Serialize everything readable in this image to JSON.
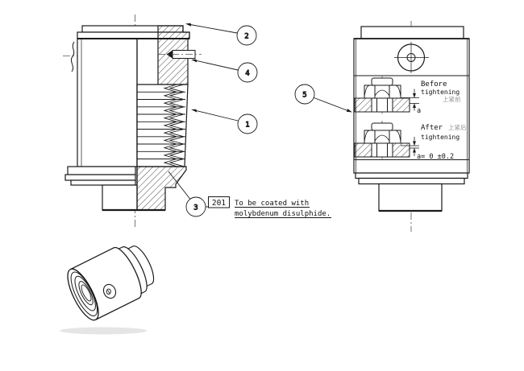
{
  "drawing": {
    "title_hint": "engineering-drawing",
    "colors": {
      "background": "#ffffff",
      "line": "#1a1a1a",
      "centerline": "#555555",
      "zh_text": "#999999"
    },
    "callouts": [
      {
        "id": "1"
      },
      {
        "id": "2"
      },
      {
        "id": "3"
      },
      {
        "id": "4"
      },
      {
        "id": "5"
      }
    ],
    "note": {
      "code": "201",
      "line1": "To be coated with",
      "line2": "molybdenum disulphide."
    },
    "tightening": {
      "before_line1": "Before",
      "before_line2": "tightening",
      "before_zh": "上紧前",
      "after_line1": "After",
      "after_zh": "上紧后",
      "after_line2": "tightening",
      "dim_label": "a",
      "dim_after": "a= 0 ±0.2"
    }
  }
}
